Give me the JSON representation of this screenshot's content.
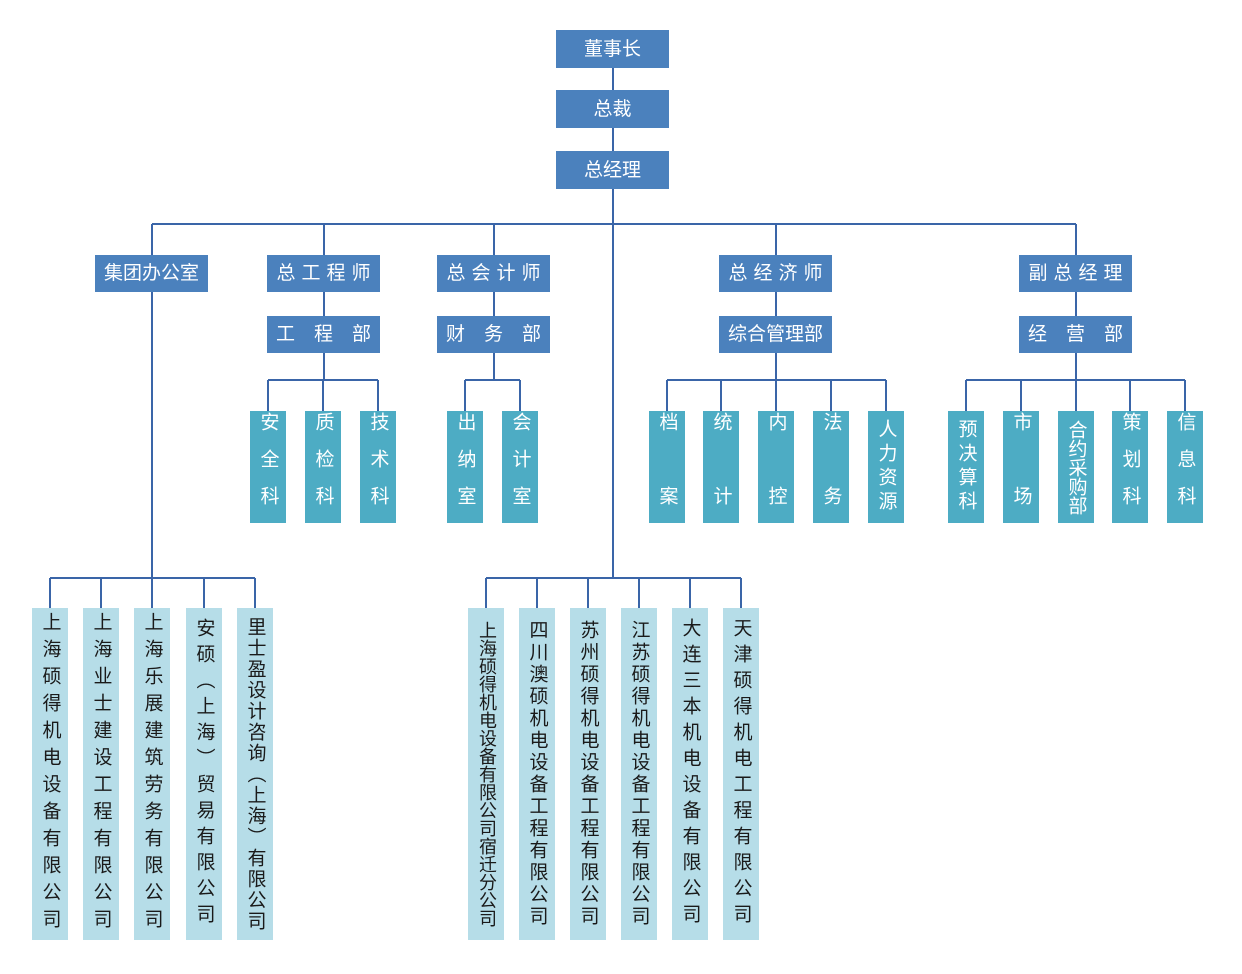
{
  "colors": {
    "primary": "#4b81bd",
    "leaf": "#4dacc4",
    "sub": "#b6dde8",
    "line": "#3a65a8"
  },
  "top": [
    {
      "id": "chairman",
      "label": "董事长"
    },
    {
      "id": "president",
      "label": "总裁"
    },
    {
      "id": "gm",
      "label": "总经理"
    }
  ],
  "branches": [
    {
      "id": "group-office",
      "label": "集团办公室"
    },
    {
      "id": "chief-engineer",
      "label": "总 工 程 师"
    },
    {
      "id": "chief-accountant",
      "label": "总 会 计 师"
    },
    {
      "id": "chief-economist",
      "label": "总 经 济 师"
    },
    {
      "id": "deputy-gm",
      "label": "副 总 经 理"
    }
  ],
  "departments": [
    {
      "id": "engineering-dept",
      "label": "工　程　部"
    },
    {
      "id": "finance-dept",
      "label": "财　务　部"
    },
    {
      "id": "general-mgmt-dept",
      "label": "综合管理部"
    },
    {
      "id": "business-dept",
      "label": "经　营　部"
    }
  ],
  "sections": [
    {
      "id": "safety",
      "label": "安全科"
    },
    {
      "id": "quality",
      "label": "质检科"
    },
    {
      "id": "technology",
      "label": "技术科"
    },
    {
      "id": "cashier",
      "label": "出纳室"
    },
    {
      "id": "accounting",
      "label": "会计室"
    },
    {
      "id": "archives",
      "label": "档　案"
    },
    {
      "id": "statistics",
      "label": "统　计"
    },
    {
      "id": "internal-control",
      "label": "内　控"
    },
    {
      "id": "legal",
      "label": "法　务"
    },
    {
      "id": "hr",
      "label": "人力资源"
    },
    {
      "id": "budget",
      "label": "预决算科"
    },
    {
      "id": "market",
      "label": "市　场"
    },
    {
      "id": "procurement",
      "label": "合约采购部"
    },
    {
      "id": "planning",
      "label": "策划科"
    },
    {
      "id": "information",
      "label": "信息科"
    }
  ],
  "office_subsidiaries": [
    "上海硕得机电设备有限公司",
    "上海业士建设工程有限公司",
    "上海乐展建筑劳务有限公司",
    "安硕（上海）贸易有限公司",
    "里士盈设计咨询（上海）有限公司"
  ],
  "gm_subsidiaries": [
    "上海硕得机电设备有限公司宿迁分公司",
    "四川澳硕机电设备工程有限公司",
    "苏州硕得机电设备工程有限公司",
    "江苏硕得机电设备工程有限公司",
    "大连三本机电设备有限公司",
    "天津硕得机电工程有限公司"
  ]
}
